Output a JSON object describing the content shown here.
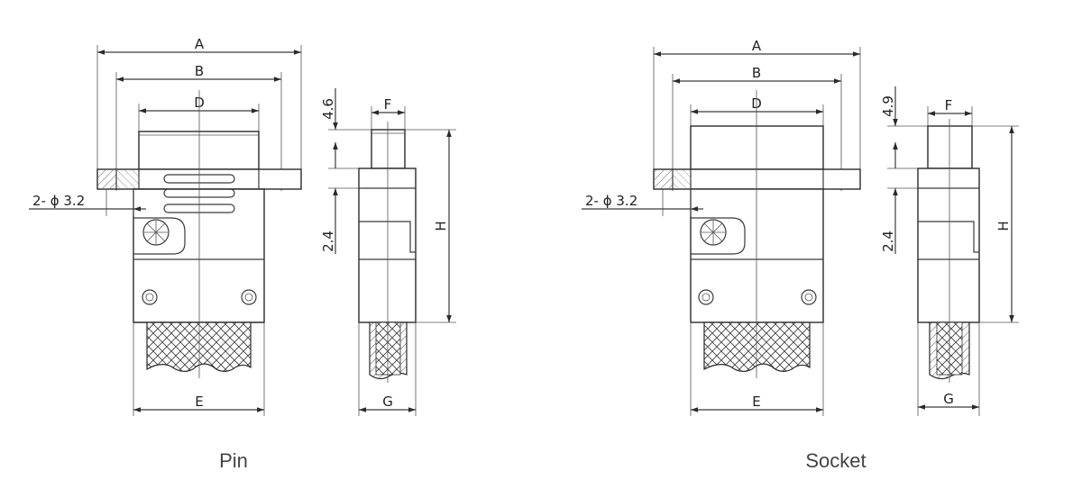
{
  "views": {
    "pin": {
      "caption": "Pin",
      "dims": {
        "a": "A",
        "b": "B",
        "d": "D",
        "e": "E",
        "f": "F",
        "g": "G",
        "h": "H",
        "top": "4.6",
        "side": "2.4",
        "hole": "2- ϕ 3.2"
      }
    },
    "socket": {
      "caption": "Socket",
      "dims": {
        "a": "A",
        "b": "B",
        "d": "D",
        "e": "E",
        "f": "F",
        "g": "G",
        "h": "H",
        "top": "4.9",
        "side": "2.4",
        "hole": "2- ϕ 3.2"
      }
    }
  },
  "colors": {
    "line": "#2a2a2a",
    "text": "#222222",
    "caption": "#444444"
  }
}
